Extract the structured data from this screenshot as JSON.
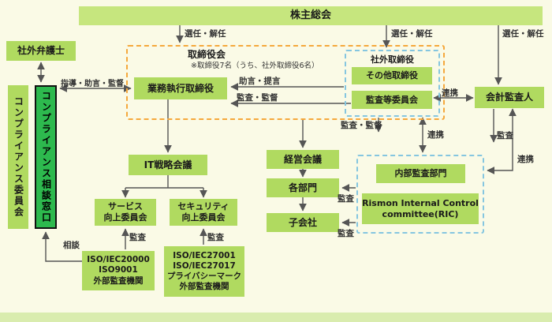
{
  "colors": {
    "background": "#fafae6",
    "box_green": "#b0da60",
    "bar_green": "#c6e67e",
    "bright_green": "#2db94e",
    "orange_dashed_border": "#f5a83c",
    "blue_dashed_border": "#85c6e0",
    "arrow": "#555555"
  },
  "nodes": {
    "shareholders_meeting": "株主総会",
    "outside_lawyer": "社外弁護士",
    "board_of_directors": "取締役会",
    "board_note": "※取締役7名（うち、社外取締役6名）",
    "executive_directors": "業務執行取締役",
    "outside_directors": "社外取締役",
    "other_directors": "その他取締役",
    "audit_supervisory_committee": "監査等委員会",
    "accounting_auditor": "会計監査人",
    "it_strategy_meeting": "IT戦略会議",
    "management_meeting": "経営会議",
    "departments": "各部門",
    "subsidiaries": "子会社",
    "internal_audit_department": "内部監査部門",
    "ric_committee": "Rismon Internal Control\ncommittee(RIC)",
    "service_improvement_committee": "サービス\n向上委員会",
    "security_improvement_committee": "セキュリティ\n向上委員会",
    "external_audit_left": "ISO/IEC20000\nISO9001\n外部監査機関",
    "external_audit_right": "ISO/IEC27001\nISO/IEC27017\nプライバシーマーク\n外部監査機関",
    "compliance_committee": "コンプライアンス委員会",
    "compliance_consultation_desk": "コンプライアンス相談窓口"
  },
  "edges": {
    "appointment_dismissal_left": "選任・解任",
    "appointment_dismissal_middle": "選任・解任",
    "appointment_dismissal_right": "選任・解任",
    "guidance_advice_supervision": "指導・助言・監督",
    "advice_proposal": "助言・提言",
    "audit_supervision_upper": "監査・監督",
    "audit_supervision_lower": "監査・監督",
    "cooperation_auditor": "連携",
    "cooperation_internal": "連携",
    "cooperation_accounting": "連携",
    "audit_accounting": "監査",
    "audit_departments": "監査",
    "audit_subsidiaries": "監査",
    "audit_service": "監査",
    "audit_security": "監査",
    "consultation": "相談"
  }
}
